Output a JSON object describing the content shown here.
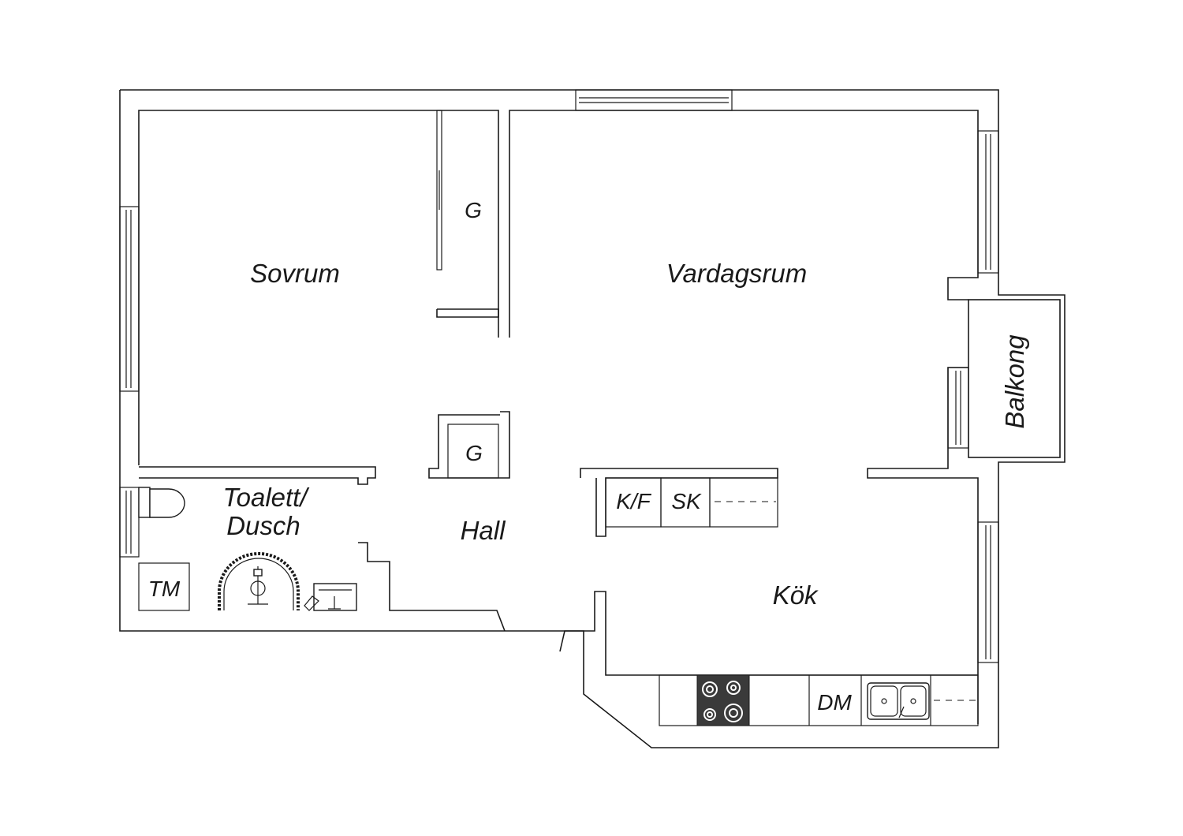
{
  "rooms": {
    "sovrum": "Sovrum",
    "vardagsrum": "Vardagsrum",
    "balkong": "Balkong",
    "toalett_line1": "Toalett/",
    "toalett_line2": "Dusch",
    "hall": "Hall",
    "kok": "Kök"
  },
  "fixtures": {
    "garderob_sovrum": "G",
    "garderob_hall": "G",
    "kyl_frys": "K/F",
    "skap": "SK",
    "tvattmaskin": "TM",
    "diskmaskin": "DM"
  },
  "colors": {
    "line": "#1a1a1a",
    "stove": "#3a3a3a",
    "background": "#ffffff"
  }
}
